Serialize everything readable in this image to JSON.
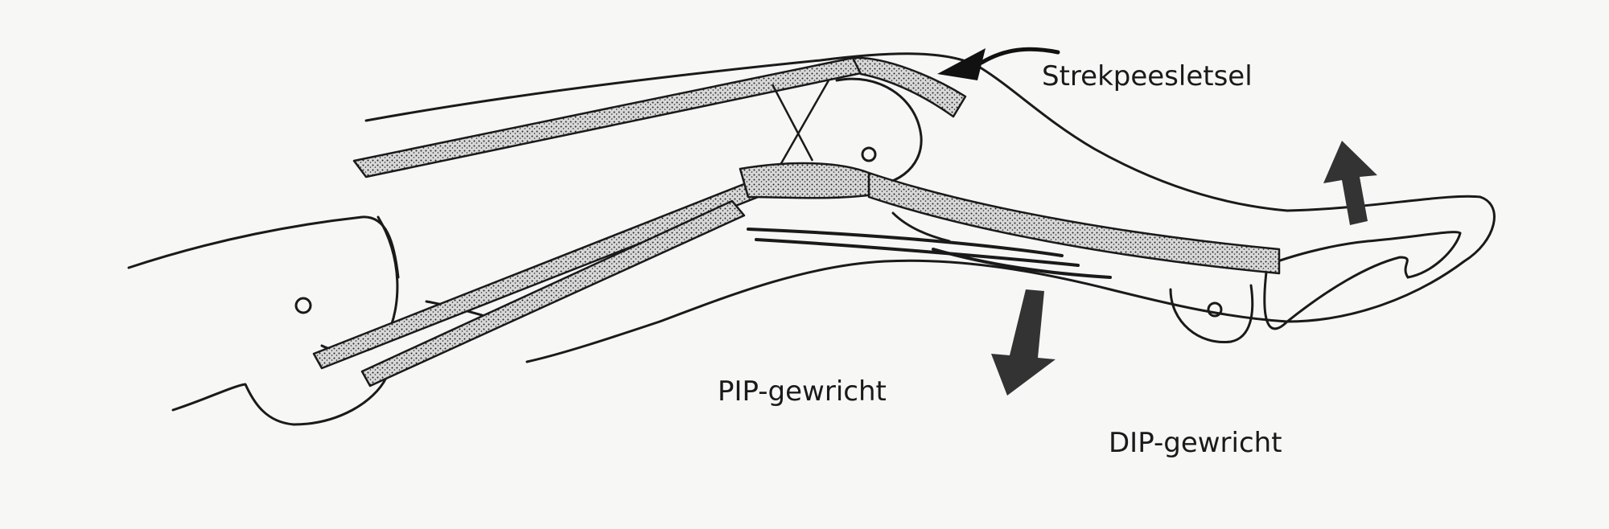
{
  "labels": {
    "extensor_tendon_injury": "Strekpeesletsel",
    "pip_joint": "PIP-gewricht",
    "dip_joint": "DIP-gewricht"
  },
  "colors": {
    "background": "#f7f7f5",
    "ink": "#1a1a1a",
    "tendon_fill": "#bdbdbd"
  }
}
